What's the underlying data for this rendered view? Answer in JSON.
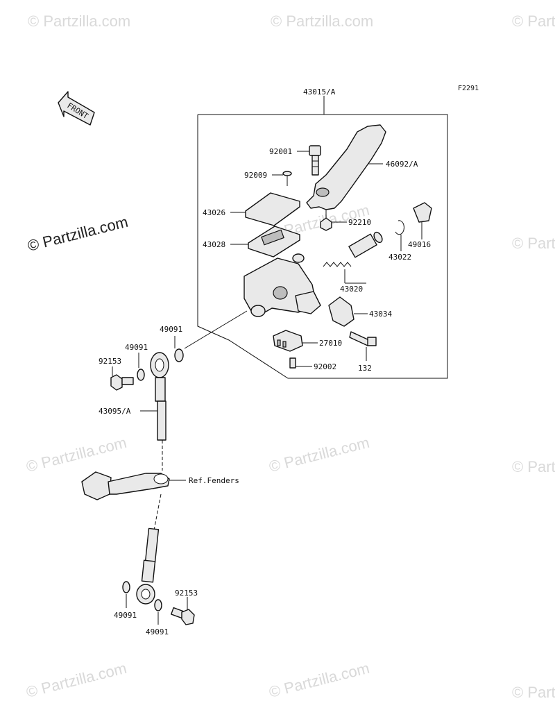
{
  "figure_code": "F2291",
  "front_label": "FRONT",
  "watermark": "© Partzilla.com",
  "labels": {
    "assembly": "43015/A",
    "bolt_top": "92001",
    "lever": "46092/A",
    "screw": "92009",
    "cap": "43026",
    "diaphragm": "43028",
    "nut": "92210",
    "boot": "49016",
    "circlip": "43022",
    "piston_kit": "43020",
    "clamp": "43034",
    "switch": "27010",
    "bolt_clamp": "132",
    "switch_screw": "92002",
    "washer_a": "49091",
    "washer_b": "49091",
    "banjo_bolt_a": "92153",
    "hose": "43095/A",
    "ref_fenders": "Ref.Fenders",
    "washer_c": "49091",
    "washer_d": "49091",
    "banjo_bolt_b": "92153"
  }
}
